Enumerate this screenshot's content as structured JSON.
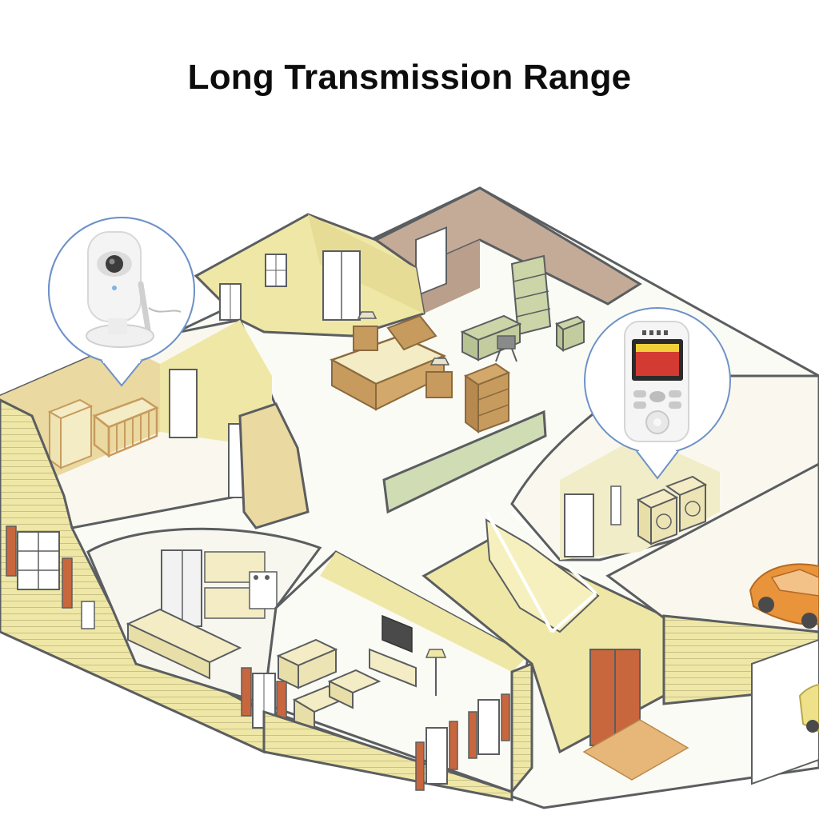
{
  "headline": "Long Transmission Range",
  "callouts": [
    {
      "device": "baby-camera",
      "icon": "camera-icon"
    },
    {
      "device": "parent-monitor",
      "icon": "handheld-monitor-icon"
    }
  ],
  "colors": {
    "wall_yellow": "#efe7a6",
    "wall_tan": "#ead9a0",
    "wall_brown": "#c4ab98",
    "wall_green": "#cfdcb4",
    "floor": "#fbfbf5",
    "outline": "#5b5e60",
    "furniture_wood": "#c79b5e",
    "shutter": "#c8663e",
    "car_orange": "#e9933b"
  }
}
